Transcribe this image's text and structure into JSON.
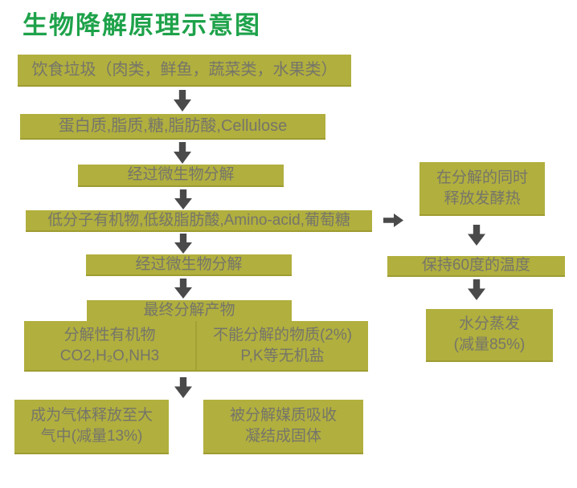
{
  "title": "生物降解原理示意图",
  "colors": {
    "title_green": "#1ea24a",
    "box_fill": "#b1af3e",
    "box_edge": "#9e9c31",
    "box_text": "#75756a",
    "arrow": "#4a4a4a",
    "background": "#ffffff"
  },
  "icons": {
    "arrow_down": "block-down-arrow",
    "arrow_right": "block-right-arrow"
  },
  "flow": {
    "box1": "饮食垃圾（肉类，鲜鱼，蔬菜类，水果类）",
    "box2": "蛋白质,脂质,糖,脂肪酸,Cellulose",
    "box3": "经过微生物分解",
    "box4": "低分子有机物,低级脂肪酸,Amino-acid,葡萄糖",
    "box5": "经过微生物分解",
    "final_header": "最终分解产物",
    "final_left": {
      "line1": "分解性有机物",
      "line2": "CO2,H₂O,NH3"
    },
    "final_right": {
      "line1": "不能分解的物质(2%)",
      "line2": "P,K等无机盐"
    },
    "gas": {
      "line1": "成为气体释放至大",
      "line2": "气中(减量13%)"
    },
    "solid": {
      "line1": "被分解媒质吸收",
      "line2": "凝结成固体"
    }
  },
  "side_branch": {
    "heat": {
      "line1": "在分解的同时",
      "line2": "释放发酵热"
    },
    "temperature": "保持60度的温度",
    "evaporation": {
      "line1": "水分蒸发",
      "line2": "(减量85%)"
    }
  }
}
